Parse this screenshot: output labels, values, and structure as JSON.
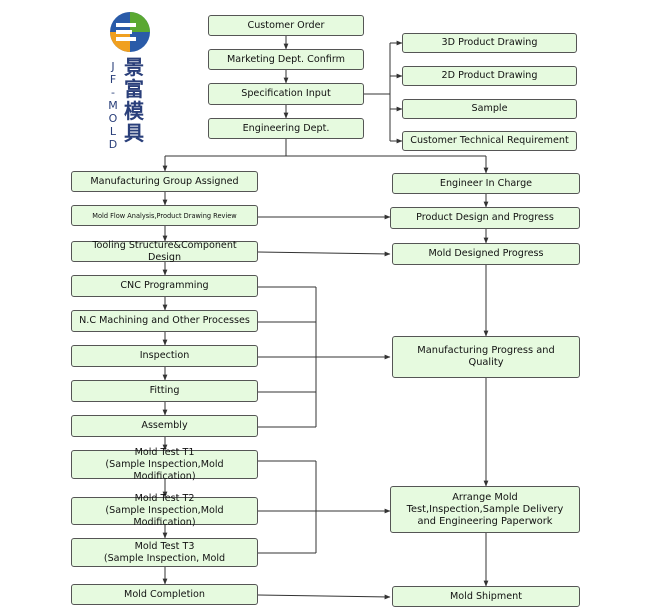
{
  "logo": {
    "cn": "景富模具",
    "en": "JF-MOLD"
  },
  "nodes": {
    "customer_order": "Customer  Order",
    "marketing_confirm": "Marketing Dept. Confirm",
    "spec_input": "Specification Input",
    "engineering_dept": "Engineering Dept.",
    "drawing_3d": "3D Product Drawing",
    "drawing_2d": "2D Product Drawing",
    "sample": "Sample",
    "customer_tech_req": "Customer Technical Requirement",
    "mfg_group": "Manufacturing Group Assigned",
    "mold_flow": "Mold Flow Analysis,Product Drawing Review",
    "tooling_structure": "Tooling Structure&Component Design",
    "cnc": "CNC  Programming",
    "nc_machining": "N.C Machining and Other Processes",
    "inspection": "Inspection",
    "fitting": "Fitting",
    "assembly": "Assembly",
    "test_t1": "Mold  Test  T1\n(Sample Inspection,Mold Modification)",
    "test_t2": "Mold  Test  T2\n(Sample Inspection,Mold Modification)",
    "test_t3": "Mold  Test  T3\n(Sample Inspection, Mold",
    "mold_completion": "Mold  Completion",
    "engineer_in_charge": "Engineer In Charge",
    "product_design": "Product Design and Progress",
    "mold_designed": "Mold Designed Progress",
    "mfg_progress": "Manufacturing Progress and\nQuality",
    "arrange_test": "Arrange Mold\nTest,Inspection,Sample Delivery\nand Engineering Paperwork",
    "mold_shipment": "Mold  Shipment"
  },
  "colors": {
    "box_fill": "#e6fadf",
    "box_border": "#555555",
    "line": "#333333",
    "logo_blue": "#2a5ba8",
    "logo_green": "#5aa832",
    "logo_orange": "#f0a020"
  }
}
